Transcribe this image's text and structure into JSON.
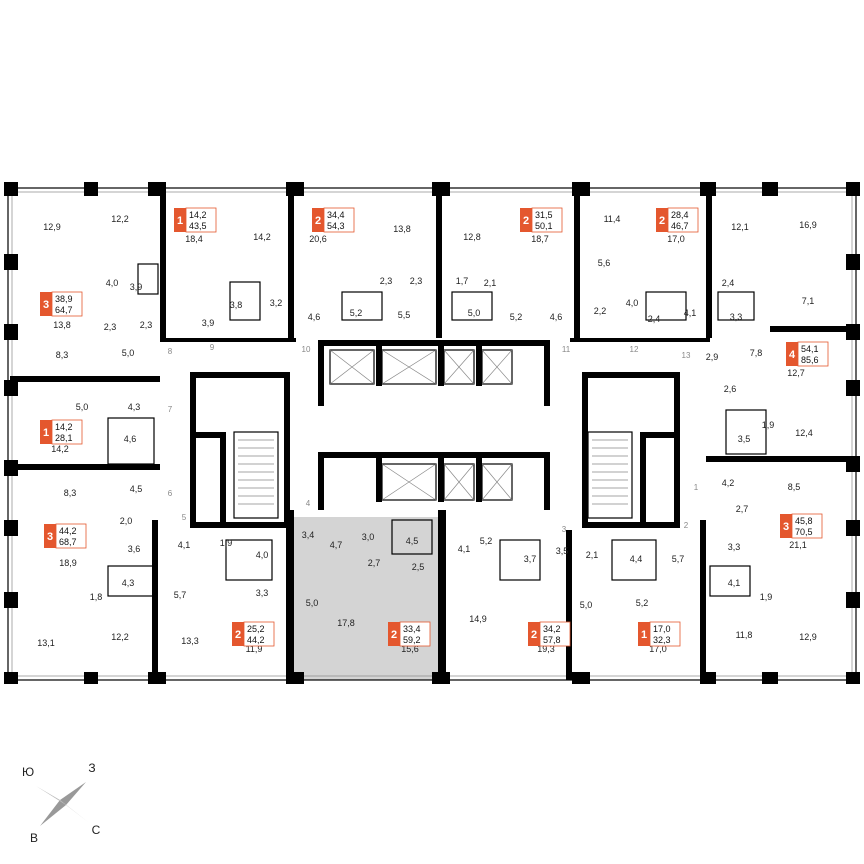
{
  "colors": {
    "accent": "#e4572e",
    "selected_unit": "#d0d0d0",
    "wall": "#000000"
  },
  "apartments": [
    {
      "rooms": "1",
      "living": "14,2",
      "total": "43,5"
    },
    {
      "rooms": "2",
      "living": "34,4",
      "total": "54,3"
    },
    {
      "rooms": "2",
      "living": "31,5",
      "total": "50,1"
    },
    {
      "rooms": "2",
      "living": "28,4",
      "total": "46,7"
    },
    {
      "rooms": "3",
      "living": "38,9",
      "total": "64,7"
    },
    {
      "rooms": "4",
      "living": "54,1",
      "total": "85,6"
    },
    {
      "rooms": "1",
      "living": "14,2",
      "total": "28,1"
    },
    {
      "rooms": "3",
      "living": "44,2",
      "total": "68,7"
    },
    {
      "rooms": "3",
      "living": "45,8",
      "total": "70,5"
    },
    {
      "rooms": "2",
      "living": "25,2",
      "total": "44,2"
    },
    {
      "rooms": "2",
      "living": "33,4",
      "total": "59,2"
    },
    {
      "rooms": "2",
      "living": "34,2",
      "total": "57,8"
    },
    {
      "rooms": "1",
      "living": "17,0",
      "total": "32,3"
    }
  ],
  "room_labels": [
    "12,9",
    "12,2",
    "18,4",
    "14,2",
    "20,6",
    "13,8",
    "12,8",
    "18,7",
    "11,4",
    "17,0",
    "12,1",
    "16,9",
    "4,0",
    "3,9",
    "2,3",
    "2,3",
    "13,8",
    "3,8",
    "3,2",
    "3,9",
    "4,6",
    "2,3",
    "2,3",
    "5,2",
    "5,5",
    "1,7",
    "2,1",
    "5,0",
    "5,2",
    "4,6",
    "5,6",
    "4,0",
    "2,2",
    "2,4",
    "4,1",
    "2,4",
    "3,3",
    "7,1",
    "12,7",
    "7,8",
    "2,9",
    "2,6",
    "8,3",
    "5,0",
    "5,0",
    "4,3",
    "14,2",
    "4,6",
    "3,5",
    "1,9",
    "12,4",
    "8,3",
    "4,5",
    "2,0",
    "3,6",
    "18,9",
    "4,3",
    "1,8",
    "13,1",
    "12,2",
    "4,1",
    "5,7",
    "13,3",
    "1,9",
    "4,0",
    "3,3",
    "11,9",
    "3,4",
    "4,7",
    "3,0",
    "4,5",
    "2,7",
    "2,5",
    "5,0",
    "17,8",
    "15,6",
    "4,1",
    "5,2",
    "3,7",
    "3,5",
    "2,1",
    "4,4",
    "5,7",
    "5,0",
    "5,2",
    "14,9",
    "19,3",
    "17,0",
    "4,2",
    "8,5",
    "2,7",
    "3,3",
    "21,1",
    "4,1",
    "1,9",
    "11,8",
    "12,9"
  ],
  "entrance_numbers": [
    "1",
    "2",
    "3",
    "4",
    "5",
    "6",
    "7",
    "8",
    "9",
    "10",
    "11",
    "12",
    "13"
  ],
  "compass": {
    "north_west": "Ю",
    "north_east": "З",
    "south_west": "В",
    "south_east": "С"
  }
}
